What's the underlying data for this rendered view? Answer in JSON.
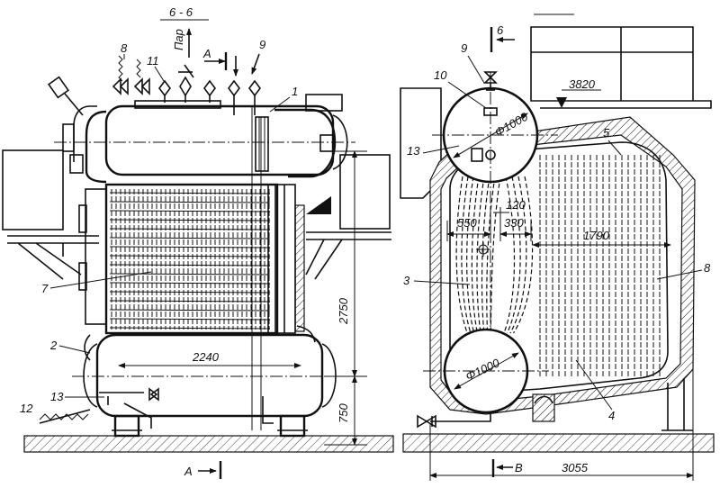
{
  "section_title": "6 - 6",
  "steam_label": "Пар",
  "section_marks": {
    "a_top": "A",
    "a_bottom": "A",
    "b": "B",
    "six": "6"
  },
  "dimensions": {
    "d2240": "2240",
    "d2750": "2750",
    "d750": "750",
    "d550": "550",
    "d120": "120",
    "d330": "330",
    "d1790": "1790",
    "d3820": "3820",
    "d3055": "3055",
    "phi_upper": "Φ1000",
    "phi_lower": "Φ1000"
  },
  "callouts_left": [
    "8",
    "11",
    "9",
    "1",
    "7",
    "2",
    "13",
    "12"
  ],
  "callouts_right": [
    "9",
    "10",
    "13",
    "5",
    "3",
    "8",
    "4"
  ]
}
